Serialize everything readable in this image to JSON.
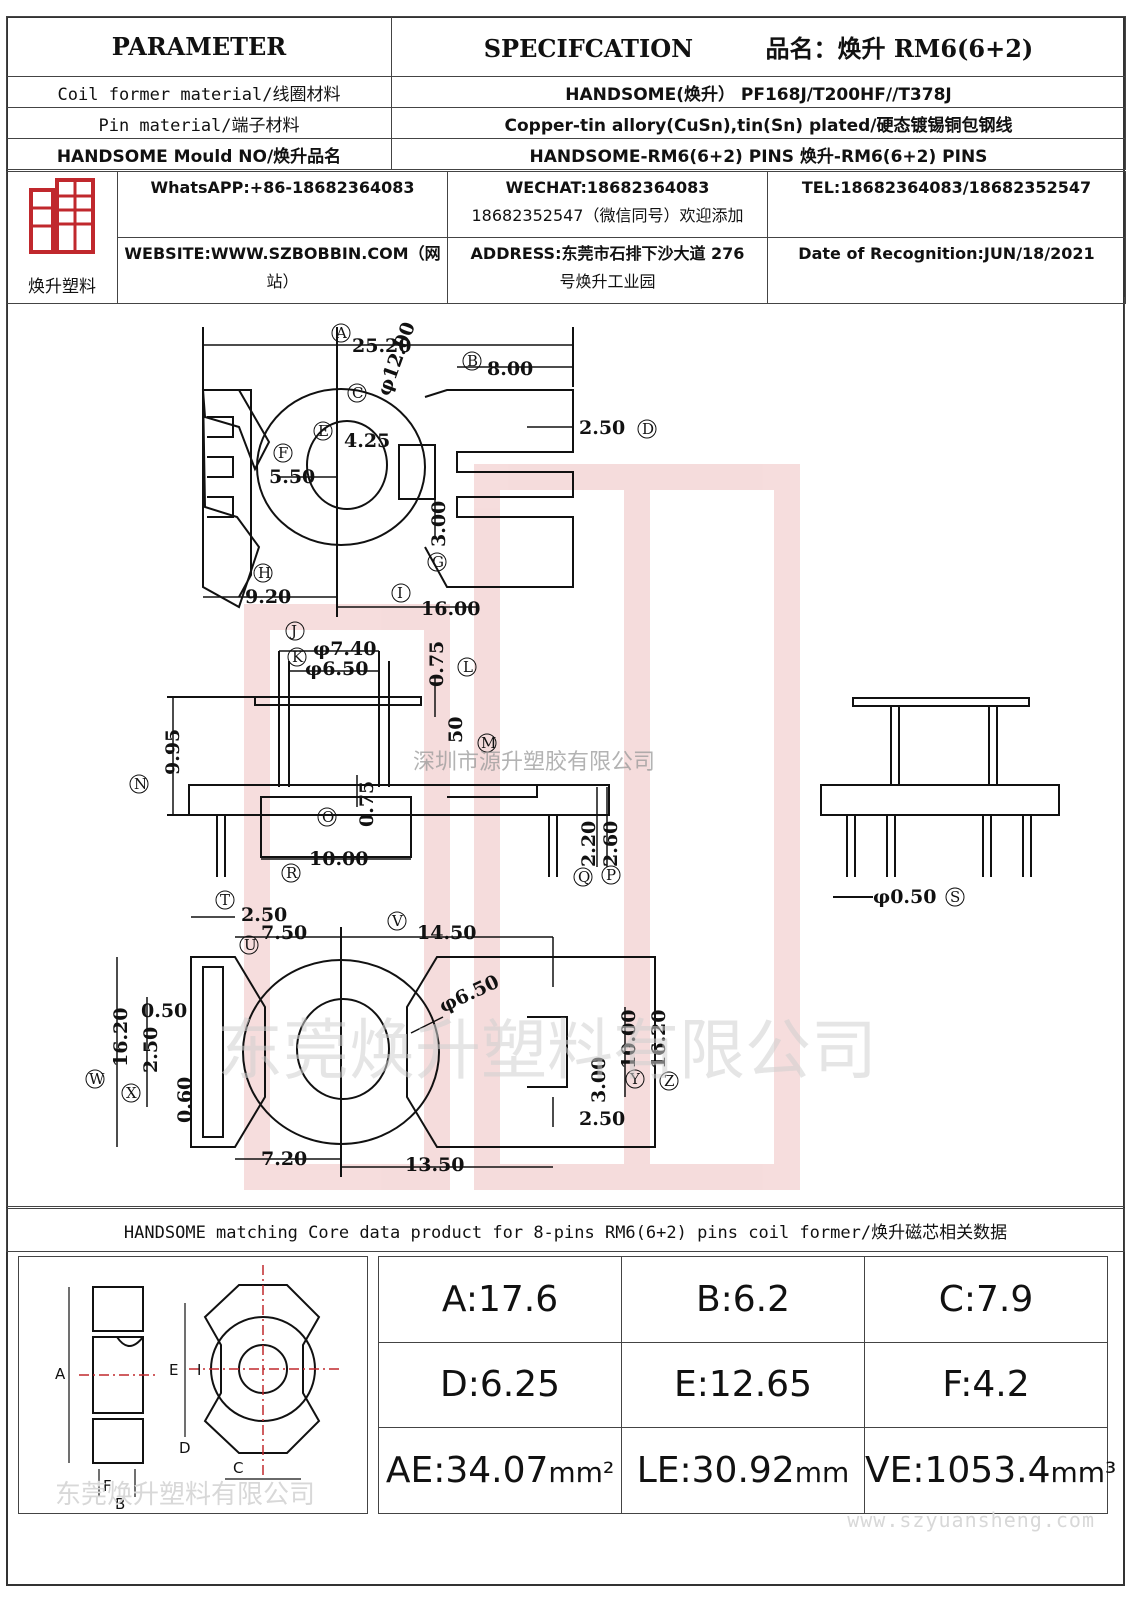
{
  "header": {
    "parameter": "PARAMETER",
    "specification": "SPECIFCATION",
    "product_name": "品名：焕升 RM6(6+2)"
  },
  "rows": [
    {
      "label": "Coil former material/线圈材料",
      "value": "HANDSOME(焕升）  PF168J/T200HF//T378J"
    },
    {
      "label": "Pin material/端子材料",
      "value": "Copper-tin allory(CuSn),tin(Sn) plated/硬态镀锡铜包钢线"
    },
    {
      "label": "HANDSOME Mould NO/焕升品名",
      "value": "HANDSOME-RM6(6+2) PINS    焕升-RM6(6+2) PINS"
    }
  ],
  "logo": {
    "text": "焕升塑料"
  },
  "contact": {
    "whatsapp": "WhatsAPP:+86-18682364083",
    "wechat_1": "WECHAT:18682364083",
    "wechat_2": "18682352547（微信同号）欢迎添加",
    "tel": "TEL:18682364083/18682352547",
    "website_1": "WEBSITE:WWW.SZBOBBIN.COM（网",
    "website_2": "站）",
    "address_1": "ADDRESS:东莞市石排下沙大道 276",
    "address_2": "号焕升工业园",
    "date": "Date of Recognition:JUN/18/2021"
  },
  "drawing": {
    "top_view": {
      "A": "25.20",
      "B": "8.00",
      "C": "φ12.00",
      "D": "2.50",
      "E": "4.25",
      "F": "5.50",
      "G": "3.00",
      "H": "9.20",
      "I": "16.00"
    },
    "side_view": {
      "J": "φ7.40",
      "K": "φ6.50",
      "L": "0.75",
      "M": "50",
      "N": "9.95",
      "O": "0.75",
      "P": "2.60",
      "Q": "2.20",
      "R": "10.00",
      "S": "φ0.50"
    },
    "bottom_view": {
      "T": "2.50",
      "U": "7.50",
      "V": "14.50",
      "dia": "φ6.50",
      "W": "16.20",
      "X": "2.50",
      "pin1": "0.50",
      "pin2": "0.60",
      "Y": "10.00",
      "Z": "16.20",
      "g1": "3.00",
      "g2": "2.50",
      "b1": "7.20",
      "b2": "13.50"
    },
    "watermark_small": "深圳市源升塑胶有限公司",
    "watermark_large": "东莞焕升塑料有限公司"
  },
  "matching": {
    "text": "HANDSOME matching Core data  product for 8-pins RM6(6+2) pins coil former/焕升磁芯相关数据"
  },
  "core_drawing": {
    "letters": [
      "A",
      "B",
      "F",
      "E",
      "I",
      "D",
      "C"
    ],
    "watermark": "东莞焕升塑料有限公司"
  },
  "core": [
    [
      {
        "label": "A:17.6",
        "unit": ""
      },
      {
        "label": "B:6.2",
        "unit": ""
      },
      {
        "label": "C:7.9",
        "unit": ""
      }
    ],
    [
      {
        "label": "D:6.25",
        "unit": ""
      },
      {
        "label": "E:12.65",
        "unit": ""
      },
      {
        "label": "F:4.2",
        "unit": ""
      }
    ],
    [
      {
        "label": "AE:34.07",
        "unit": "mm²"
      },
      {
        "label": "LE:30.92",
        "unit": "mm"
      },
      {
        "label": "VE:1053.4",
        "unit": "mm³"
      }
    ]
  ],
  "footer": {
    "url": "www.szyuansheng.com"
  }
}
